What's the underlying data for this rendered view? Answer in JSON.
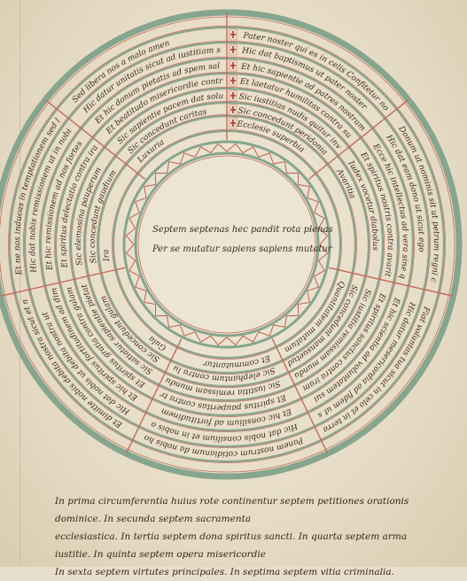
{
  "manuscript": {
    "colors": {
      "parchment": "#e7dfcb",
      "ink": "#3c2a1c",
      "rubric": "#b8322b",
      "green": "#86a58e",
      "rule_red": "#c46b5a"
    },
    "center_lines": [
      "Septem septenas hec pandit rota plenas",
      "Per se mutatur sapiens sapiens mutatur"
    ],
    "sectors": [
      {
        "lines": [
          "Pater noster qui es in celis Confitetur nostris",
          "Hic dat baptismus ut pater noster",
          "Et hic sapientie ad patres nostram",
          "Et laetatur humilitas contra superbiam",
          "Sic iustitias nudis quitur invidiam",
          "Sic concedunt peridonia",
          "Ecclesie superbia"
        ]
      },
      {
        "lines": [
          "Donum ut nominis sit ut petrum regni celorum",
          "Hic dat eam dono ut sicut ego",
          "Ecce hic intellectus ad vera sine quandam",
          "Et spiritus nostris contra avaritiam",
          "Iudex vocetur diabolus",
          "Avaritia"
        ]
      },
      {
        "lines": [
          "Fiat voluntas tua sicut in celo et in terra",
          "Hic datur mesericordia ad fidem ut secundum",
          "Et hic scientia ad voluntatem sui",
          "Et spiritus sanctus contra iram",
          "Sic iustitia remissam mundum",
          "Sic concedunt mansuetudinem",
          "Quantitatem mutatum"
        ]
      },
      {
        "lines": [
          "Panem nostrum cotidianum da nobis hodie",
          "Hic dat nobis consilium et in nobis omnes",
          "Et hic consilium ad fortitudinem",
          "Et spiritus pauperitas contra tristitiam",
          "Sic iustitia remissam mundum",
          "Sic elephantum contra luxuriam",
          "Et commutantur"
        ]
      },
      {
        "lines": [
          "Et dimitte nobis debita nostra sicut et nos dimittimus",
          "Hic dat nobis ut debita nostra ut",
          "Et hic spiritus fortitudinem ad dimittendum",
          "Et spiritus gratia contra gulam",
          "Sic satiatur sapientie pietatem",
          "Sic concedunt gulam",
          "Gula"
        ]
      },
      {
        "lines": [
          "Et ne nos inducas in temptationem sed libera nos",
          "Hic dat nobis remissionem ut in nobis esse",
          "Et hic remissionem ad nos fortes",
          "Et spiritus delectatio contra iram",
          "Sic elemosina pauperum",
          "Sic concedunt gaudium",
          "Ira"
        ]
      },
      {
        "lines": [
          "Sed libera nos a malo amen",
          "Hic datur unitatis sicut ad iustitiam salutis",
          "Et hic donum pietatis ad spem salutis",
          "Et beatitudo misericordie contra luxuriam",
          "Sic sapientie pacem dat solus",
          "Sic concedunt caritas",
          "Luxuria"
        ]
      }
    ],
    "caption_lines": [
      "In prima circumferentia huius rote continentur septem petitiones orationis dominice. In secunda septem sacramenta",
      "ecclesiastica. In tertia septem dona spiritus sancti. In quarta septem arma iustitie. In quinta septem opera misericordie",
      "In sexta septem virtutes principales. In septima septem vitia criminalia."
    ]
  }
}
